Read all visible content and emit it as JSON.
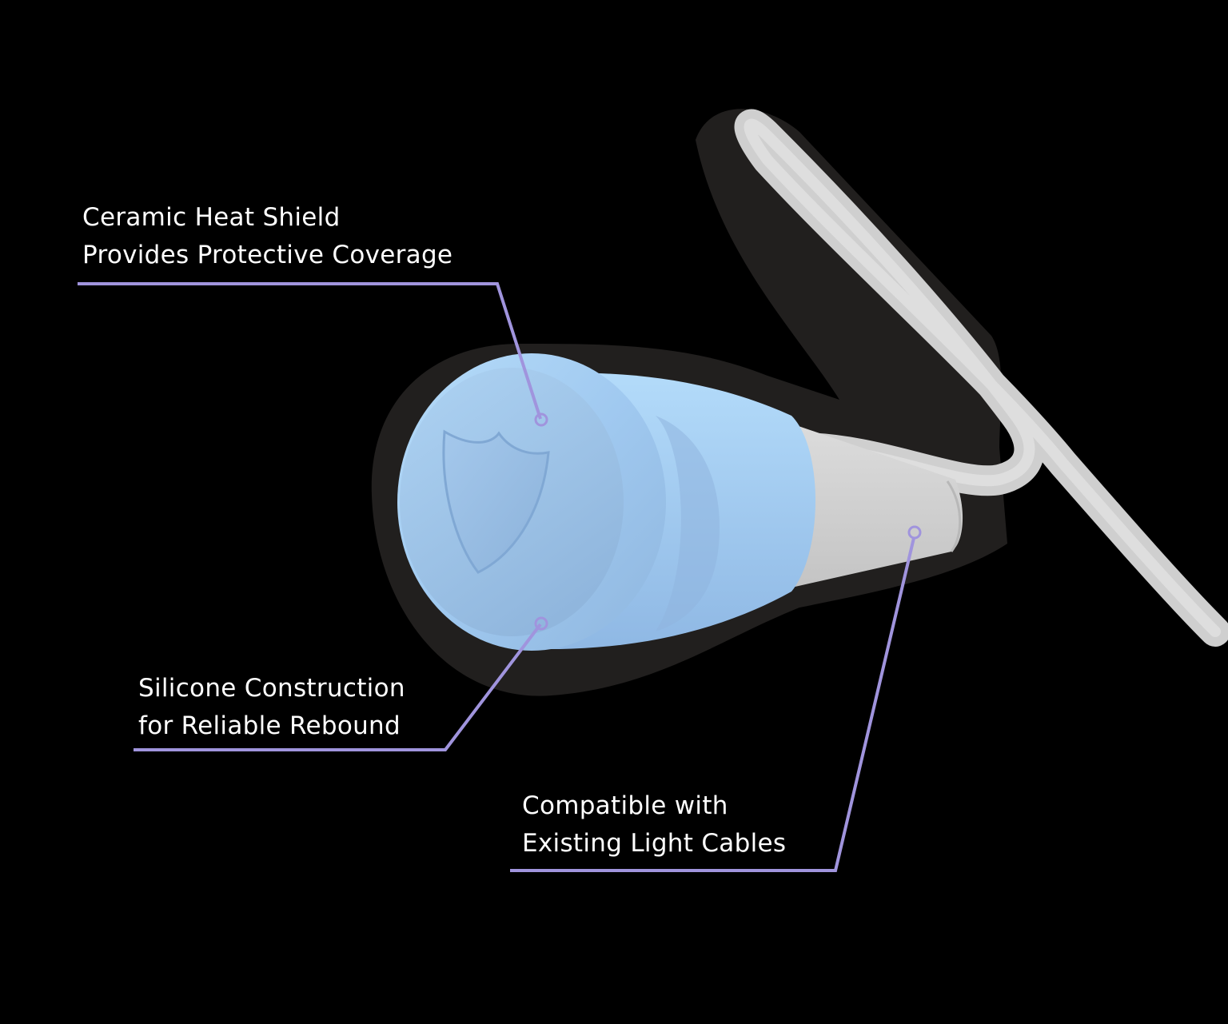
{
  "callouts": [
    {
      "id": "ceramic",
      "lines": [
        "Ceramic Heat Shield",
        "Provides Protective Coverage"
      ]
    },
    {
      "id": "silicone",
      "lines": [
        "Silicone Construction",
        "for Reliable Rebound"
      ]
    },
    {
      "id": "compatible",
      "lines": [
        "Compatible with",
        "Existing Light Cables"
      ]
    }
  ],
  "colors": {
    "background": "#000000",
    "shadow": "#211f1e",
    "leader_line": "#a094dd",
    "label_text": "#ffffff",
    "cap_blue": "#9cc7ef",
    "cap_blue_light": "#b4dbf8",
    "cable_gray": "#d2d2d2"
  },
  "product": {
    "emboss_icon": "shield-icon"
  }
}
